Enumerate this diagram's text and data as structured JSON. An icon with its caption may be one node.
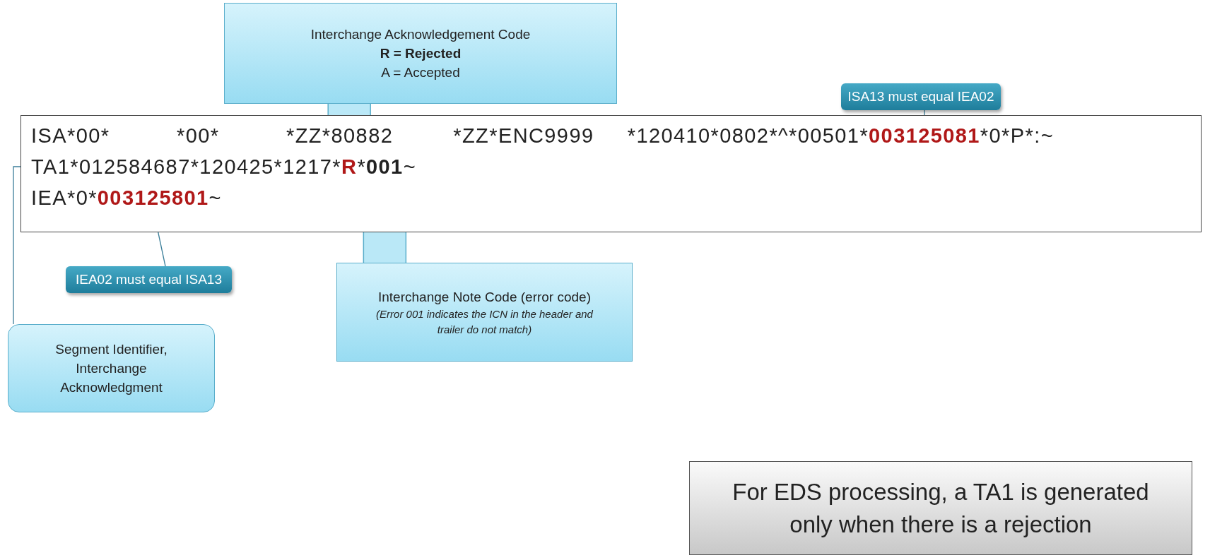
{
  "diagram": {
    "nodes": [
      {
        "text": [
          "Interchange Acknowledgement Code",
          "R = Rejected",
          "A = Accepted"
        ]
      },
      {
        "text": [
          "ISA13 must equal IEA02"
        ]
      },
      {
        "text": [
          "ISA*00*          *00*          *ZZ*80882         *ZZ*ENC9999     *120410*0802*^*00501*",
          "*0*P*:~",
          "*012584687*120425*1217*",
          "*",
          "~",
          "IEA*0*",
          "~"
        ]
      },
      {
        "text": [
          "003125081"
        ],
        "in": 2
      },
      {
        "text": [
          "TA1"
        ],
        "in": 2
      },
      {
        "text": [
          "R"
        ],
        "in": 2
      },
      {
        "text": [
          "001"
        ],
        "in": 2
      },
      {
        "text": [
          "003125801"
        ],
        "in": 2
      },
      {
        "text": [
          "IEA02 must equal ISA13"
        ]
      },
      {
        "text": [
          "Interchange Note Code (error code)",
          "(Error 001 indicates the ICN in the header and trailer do not match)"
        ]
      },
      {
        "text": [
          "Segment Identifier, Interchange Acknowledgment"
        ]
      },
      {
        "text": [
          "For EDS processing,  a TA1 is generated only when there is a rejection"
        ]
      }
    ],
    "edges": [
      {
        "from": 0,
        "to": 5,
        "arrow": "to"
      },
      {
        "from": 1,
        "to": 3,
        "arrow": "none"
      },
      {
        "from": 8,
        "to": 7,
        "arrow": "none"
      },
      {
        "from": 9,
        "to": 6,
        "arrow": "to"
      },
      {
        "from": 10,
        "to": 4,
        "arrow": "none"
      }
    ]
  }
}
